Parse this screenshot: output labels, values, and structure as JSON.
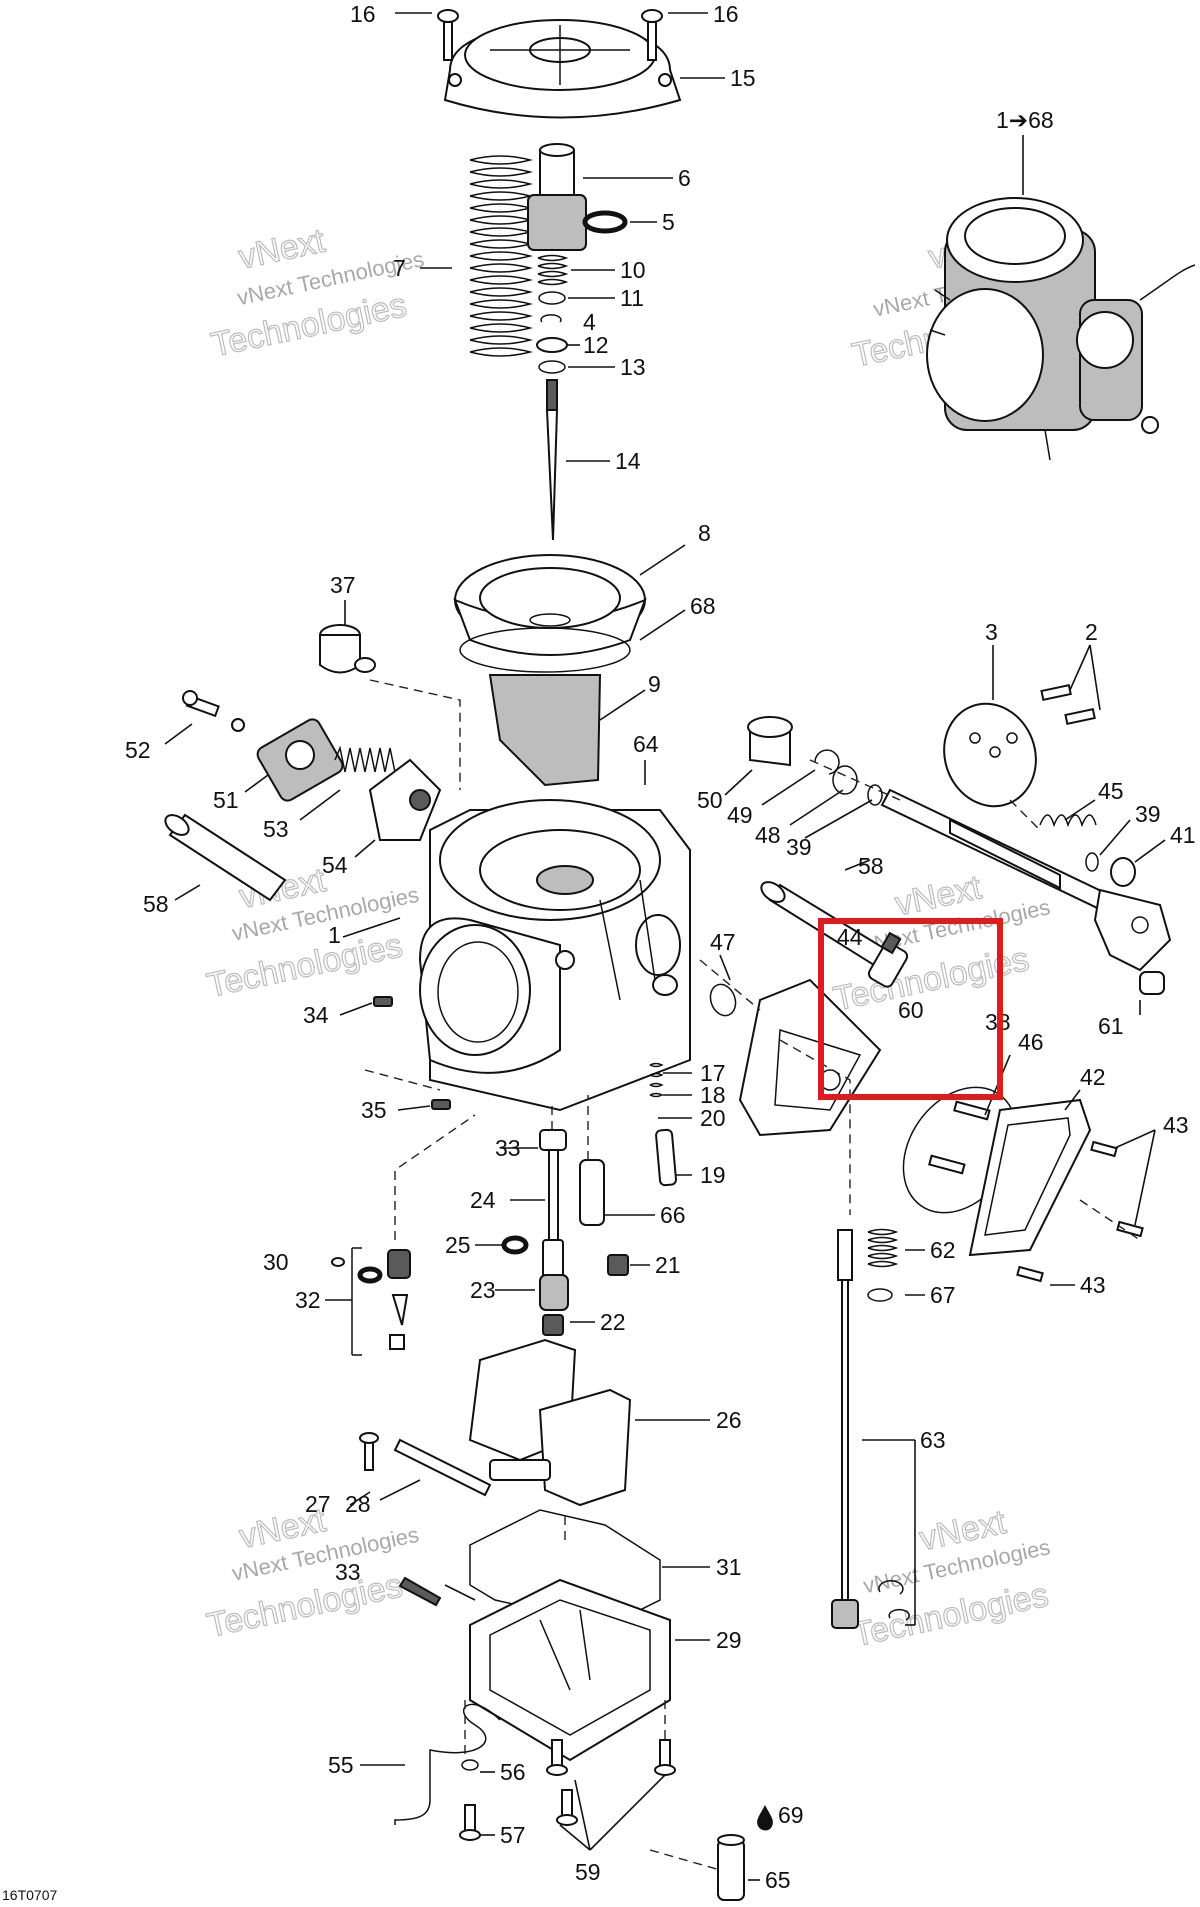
{
  "diagram": {
    "drawing_ref": "16T0707",
    "assembly_callout": "1➔68",
    "watermark_line1": "vNext Technologies",
    "watermark_line2": "Technologies",
    "watermark_big": "vNext",
    "highlight_color": "#e01b1b",
    "callouts": {
      "c16a": "16",
      "c16b": "16",
      "c15": "15",
      "c6": "6",
      "c5": "5",
      "c7": "7",
      "c10": "10",
      "c11": "11",
      "c4": "4",
      "c12": "12",
      "c13": "13",
      "c14": "14",
      "c8": "8",
      "c68": "68",
      "c9": "9",
      "c37": "37",
      "c52": "52",
      "c51": "51",
      "c53": "53",
      "c54": "54",
      "c64": "64",
      "c50": "50",
      "c49": "49",
      "c48": "48",
      "c39a": "39",
      "c3": "3",
      "c2": "2",
      "c45": "45",
      "c39b": "39",
      "c41": "41",
      "c58a": "58",
      "c58b": "58",
      "c1": "1",
      "c44": "44",
      "c60": "60",
      "c38": "38",
      "c47": "47",
      "c46": "46",
      "c42": "42",
      "c43a": "43",
      "c61": "61",
      "c34": "34",
      "c35": "35",
      "c17": "17",
      "c18": "18",
      "c20": "20",
      "c19": "19",
      "c33a": "33",
      "c24": "24",
      "c66": "66",
      "c25": "25",
      "c21": "21",
      "c30": "30",
      "c32": "32",
      "c23": "23",
      "c22": "22",
      "c62": "62",
      "c67": "67",
      "c43b": "43",
      "c26": "26",
      "c63": "63",
      "c27": "27",
      "c28": "28",
      "c31": "31",
      "c33b": "33",
      "c29": "29",
      "c55": "55",
      "c56": "56",
      "c57": "57",
      "c69": "69",
      "c59": "59",
      "c65": "65"
    }
  }
}
